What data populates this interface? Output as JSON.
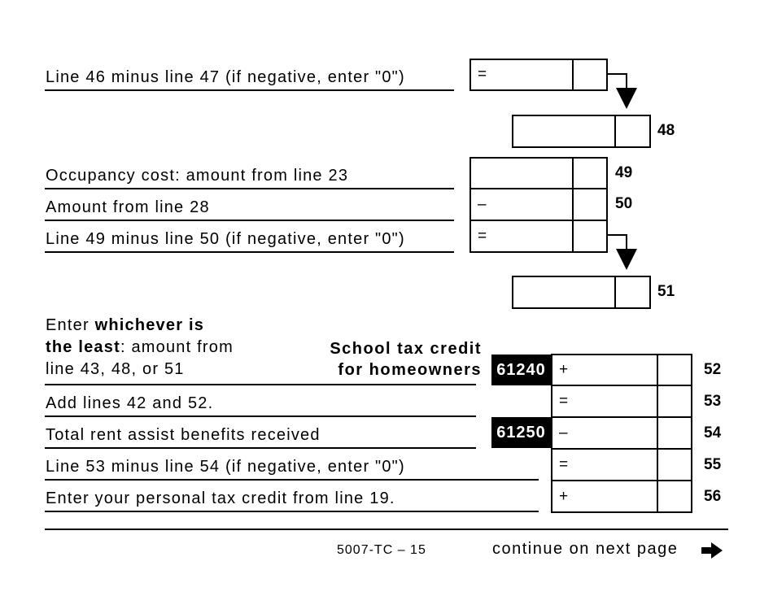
{
  "rows": {
    "line46_minus_47": {
      "label": "Line 46 minus line 47 (if negative, enter \"0\")",
      "sign": "="
    },
    "line48": {
      "num": "48"
    },
    "line49": {
      "label": "Occupancy cost: amount from line 23",
      "num": "49"
    },
    "line50": {
      "label": "Amount from line 28",
      "sign": "–",
      "num": "50"
    },
    "line49_minus_50": {
      "label": "Line 49 minus line 50 (if negative, enter \"0\")",
      "sign": "="
    },
    "line51": {
      "num": "51"
    },
    "line52": {
      "label_part1": "Enter ",
      "label_bold1": "whichever is",
      "label_bold2": "the least",
      "label_part2": ": amount from",
      "label_line3": "line 43, 48, or 51",
      "center_title_1": "School tax credit",
      "center_title_2": "for homeowners",
      "code": "61240",
      "sign": "+",
      "num": "52"
    },
    "line53": {
      "label": "Add lines 42 and 52.",
      "sign": "=",
      "num": "53"
    },
    "line54": {
      "label": "Total rent assist benefits received",
      "code": "61250",
      "sign": "–",
      "num": "54"
    },
    "line55": {
      "label": "Line 53 minus line 54 (if negative, enter \"0\")",
      "sign": "=",
      "num": "55"
    },
    "line56": {
      "label": "Enter your personal tax credit from line 19.",
      "sign": "+",
      "num": "56"
    }
  },
  "footer": {
    "form_id": "5007-TC – 15",
    "continue": "continue on next page"
  }
}
